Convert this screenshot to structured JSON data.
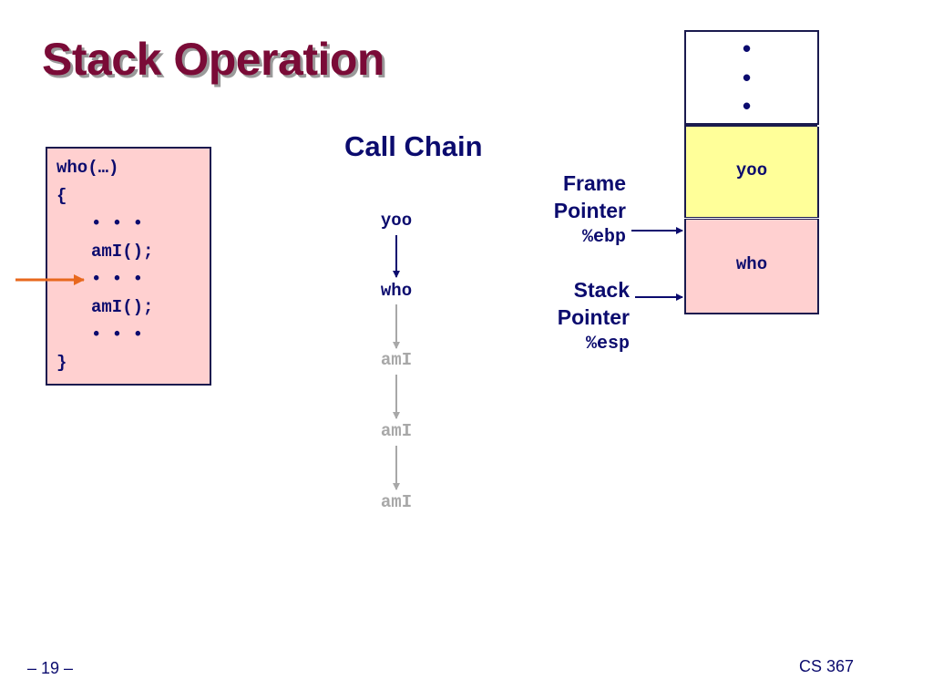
{
  "slide": {
    "title": "Stack Operation",
    "page_number": "– 19 –",
    "course": "CS 367"
  },
  "code": {
    "lines": [
      "who(…)",
      "{",
      "• • •",
      "amI();",
      "• • •",
      "amI();",
      "• • •",
      "}"
    ]
  },
  "call_chain": {
    "title": "Call Chain",
    "items": [
      "yoo",
      "who",
      "amI",
      "amI",
      "amI"
    ]
  },
  "registers": {
    "frame_label_1": "Frame",
    "frame_label_2": "Pointer",
    "frame_reg": "%ebp",
    "stack_label_1": "Stack",
    "stack_label_2": "Pointer",
    "stack_reg": "%esp"
  },
  "stack": {
    "top_dots": [
      "•",
      "•",
      "•"
    ],
    "frames": [
      "yoo",
      "who"
    ]
  },
  "colors": {
    "title": "#7a0b37",
    "text": "#0b0b6e",
    "code_bg": "#ffd0d0",
    "yoo_frame_bg": "#ffff99",
    "who_frame_bg": "#ffd0d0",
    "pointer_arrow": "#e8681e",
    "faded": "#a8a8a8"
  }
}
